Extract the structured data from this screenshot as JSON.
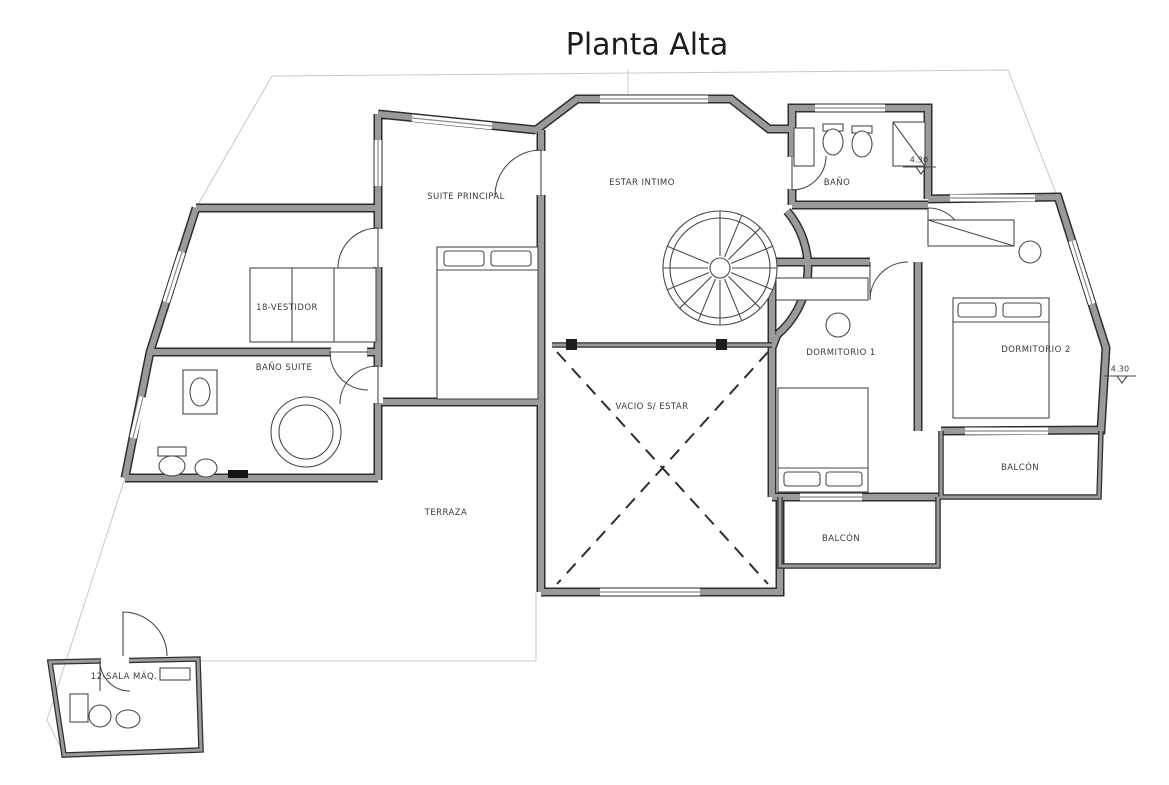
{
  "title": "Planta Alta",
  "rooms": {
    "suite_principal": "SUITE PRINCIPAL",
    "estar_intimo": "ESTAR INTIMO",
    "bano": "BAÑO",
    "vestidor": "18-VESTIDOR",
    "bano_suite": "BAÑO SUITE",
    "dormitorio1": "DORMITORIO 1",
    "dormitorio2": "DORMITORIO 2",
    "vacio": "VACIO S/ ESTAR",
    "terraza": "TERRAZA",
    "balcon_sur": "BALCÓN",
    "balcon_este": "BALCÓN",
    "sala_maq": "12-SALA MÁQ."
  },
  "levels": {
    "marker1": "4.30",
    "marker2": "4.30"
  },
  "colors": {
    "wall_edge": "#2e2e2e",
    "wall_fill": "#9a9a9a",
    "line": "#4a4a4a",
    "boundary": "#c8c8c8",
    "text": "#3a3a3a"
  }
}
